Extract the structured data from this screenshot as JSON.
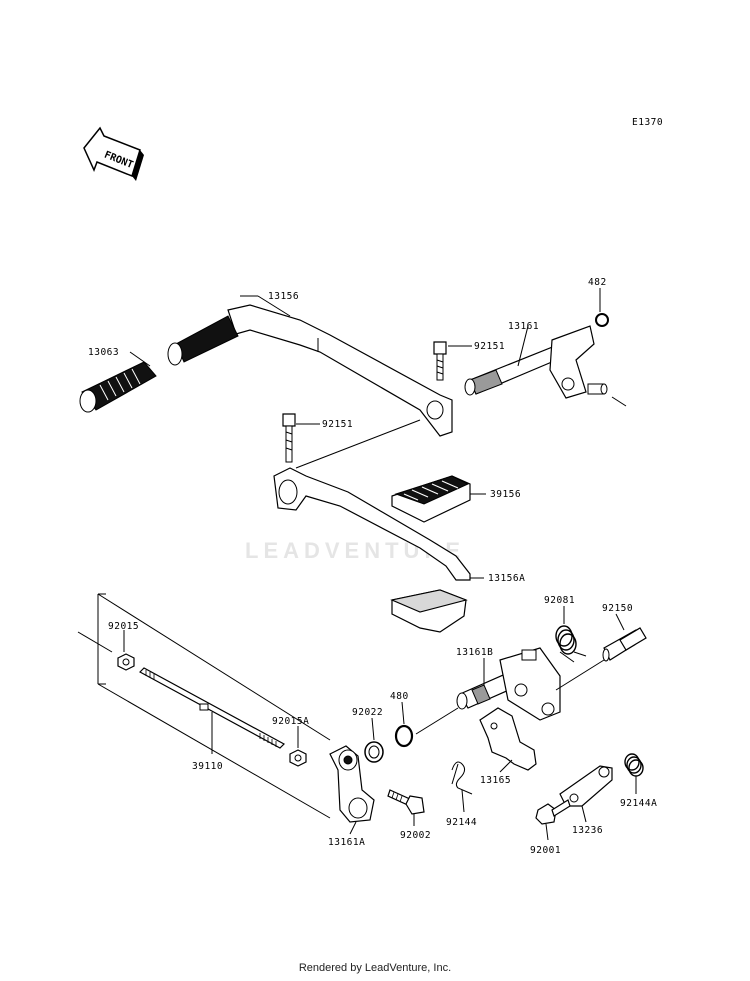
{
  "diagram": {
    "code": "E1370",
    "front_label": "FRONT",
    "watermark": "LEADVENTURE",
    "footer": "Rendered by LeadVenture, Inc.",
    "parts": [
      {
        "id": "p13063",
        "label": "13063"
      },
      {
        "id": "p13156",
        "label": "13156"
      },
      {
        "id": "p92151a",
        "label": "92151"
      },
      {
        "id": "p13161",
        "label": "13161"
      },
      {
        "id": "p482",
        "label": "482"
      },
      {
        "id": "p92151b",
        "label": "92151"
      },
      {
        "id": "p39156",
        "label": "39156"
      },
      {
        "id": "p13156A",
        "label": "13156A"
      },
      {
        "id": "p92015",
        "label": "92015"
      },
      {
        "id": "p92015A",
        "label": "92015A"
      },
      {
        "id": "p39110",
        "label": "39110"
      },
      {
        "id": "p13161A",
        "label": "13161A"
      },
      {
        "id": "p92002",
        "label": "92002"
      },
      {
        "id": "p92022",
        "label": "92022"
      },
      {
        "id": "p480",
        "label": "480"
      },
      {
        "id": "p13161B",
        "label": "13161B"
      },
      {
        "id": "p92081",
        "label": "92081"
      },
      {
        "id": "p92150",
        "label": "92150"
      },
      {
        "id": "p13165",
        "label": "13165"
      },
      {
        "id": "p92144",
        "label": "92144"
      },
      {
        "id": "p92144A",
        "label": "92144A"
      },
      {
        "id": "p13236",
        "label": "13236"
      },
      {
        "id": "p92001",
        "label": "92001"
      }
    ]
  }
}
